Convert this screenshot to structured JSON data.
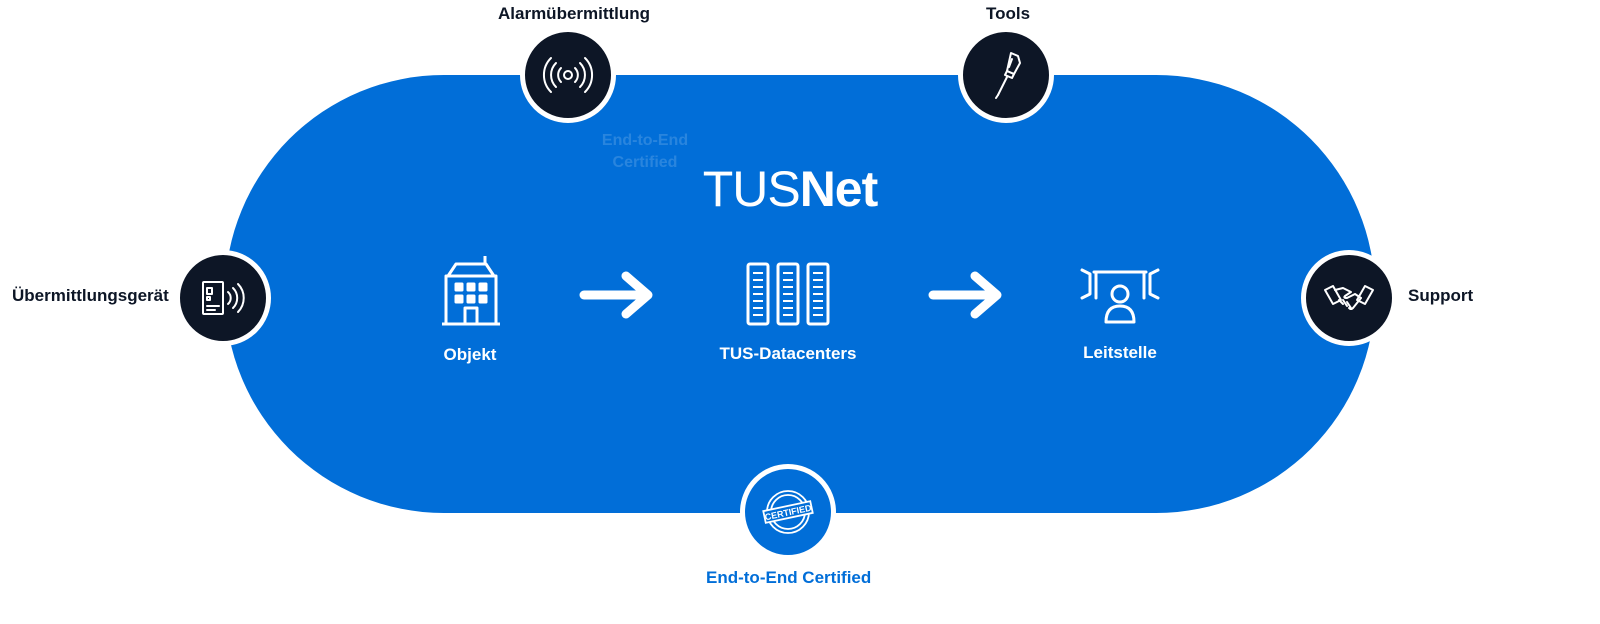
{
  "diagram": {
    "title_light": "TUS",
    "title_strong": "Net",
    "ghost_text": "End-to-End Certified",
    "nodes": {
      "alarm": {
        "label": "Alarmübermittlung",
        "icon": "broadcast-icon"
      },
      "tools": {
        "label": "Tools",
        "icon": "screwdriver-icon"
      },
      "device": {
        "label": "Übermittlungsgerät",
        "icon": "transmitter-device-icon"
      },
      "support": {
        "label": "Support",
        "icon": "handshake-icon"
      },
      "certified": {
        "label": "End-to-End Certified",
        "icon": "certified-stamp-icon",
        "stamp_text": "CERTIFIED"
      }
    },
    "flow": [
      {
        "label": "Objekt",
        "icon": "building-icon"
      },
      {
        "label": "TUS-Datacenters",
        "icon": "server-racks-icon"
      },
      {
        "label": "Leitstelle",
        "icon": "control-room-icon"
      }
    ]
  },
  "colors": {
    "primary_blue": "#016ED8",
    "dark_navy": "#0D1626",
    "white": "#FFFFFF"
  }
}
